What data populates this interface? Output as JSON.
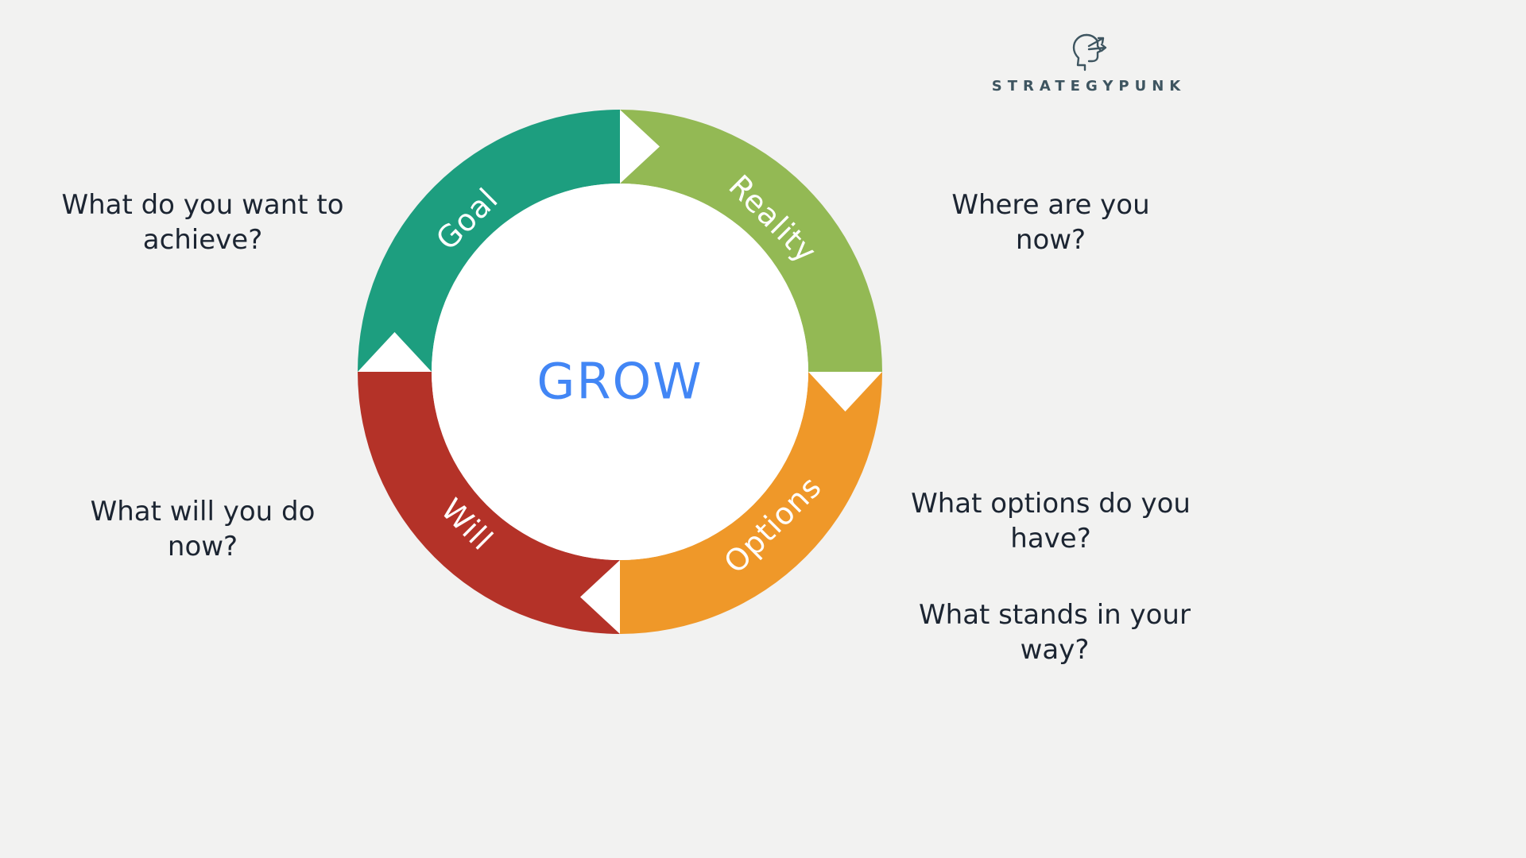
{
  "page": {
    "background_color": "#f2f2f1",
    "text_color": "#1c2532"
  },
  "logo": {
    "text": "STRATEGYPUNK",
    "icon": "thinking-head-with-arrows-icon",
    "color": "#3e5560"
  },
  "diagram": {
    "type": "circular-cycle",
    "flow": "clockwise",
    "center_label": "GROW",
    "center_color": "#4286f5",
    "inner_circle_color": "#ffffff",
    "arrow_color": "#ffffff",
    "segments": [
      {
        "label": "Goal",
        "color": "#1d9e7f",
        "position": "top-left"
      },
      {
        "label": "Reality",
        "color": "#93b954",
        "position": "top-right"
      },
      {
        "label": "Options",
        "color": "#ef9829",
        "position": "bottom-right"
      },
      {
        "label": "Will",
        "color": "#b43228",
        "position": "bottom-left"
      }
    ]
  },
  "annotations": {
    "goal": [
      "What do you want to",
      "achieve?"
    ],
    "reality": [
      "Where are you",
      "now?"
    ],
    "options": [
      "What options do you",
      "have?"
    ],
    "obstacles": [
      "What stands in your",
      "way?"
    ],
    "will": [
      "What will you do",
      "now?"
    ]
  }
}
